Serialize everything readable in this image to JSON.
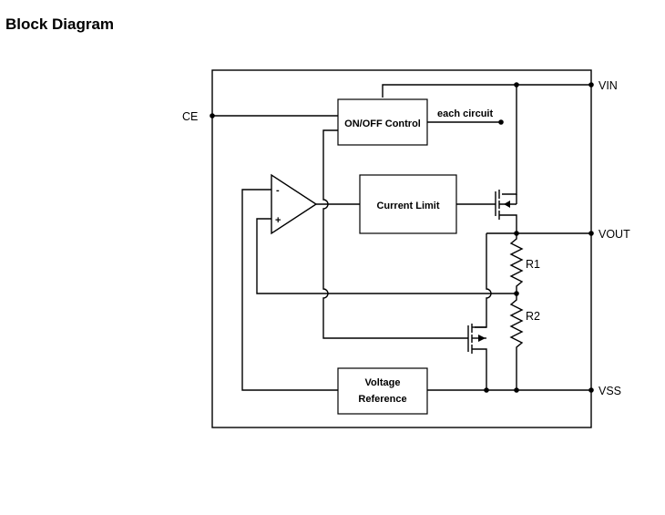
{
  "page": {
    "heading": "Block Diagram"
  },
  "diagram": {
    "pins": {
      "vin": "VIN",
      "vout": "VOUT",
      "vss": "VSS",
      "ce": "CE"
    },
    "blocks": {
      "onoff": "ON/OFF Control",
      "current_limit": "Current Limit",
      "vref_line1": "Voltage",
      "vref_line2": "Reference"
    },
    "labels": {
      "each_circuit": "each circuit",
      "r1": "R1",
      "r2": "R2",
      "opamp_minus": "-",
      "opamp_plus": "+"
    }
  }
}
